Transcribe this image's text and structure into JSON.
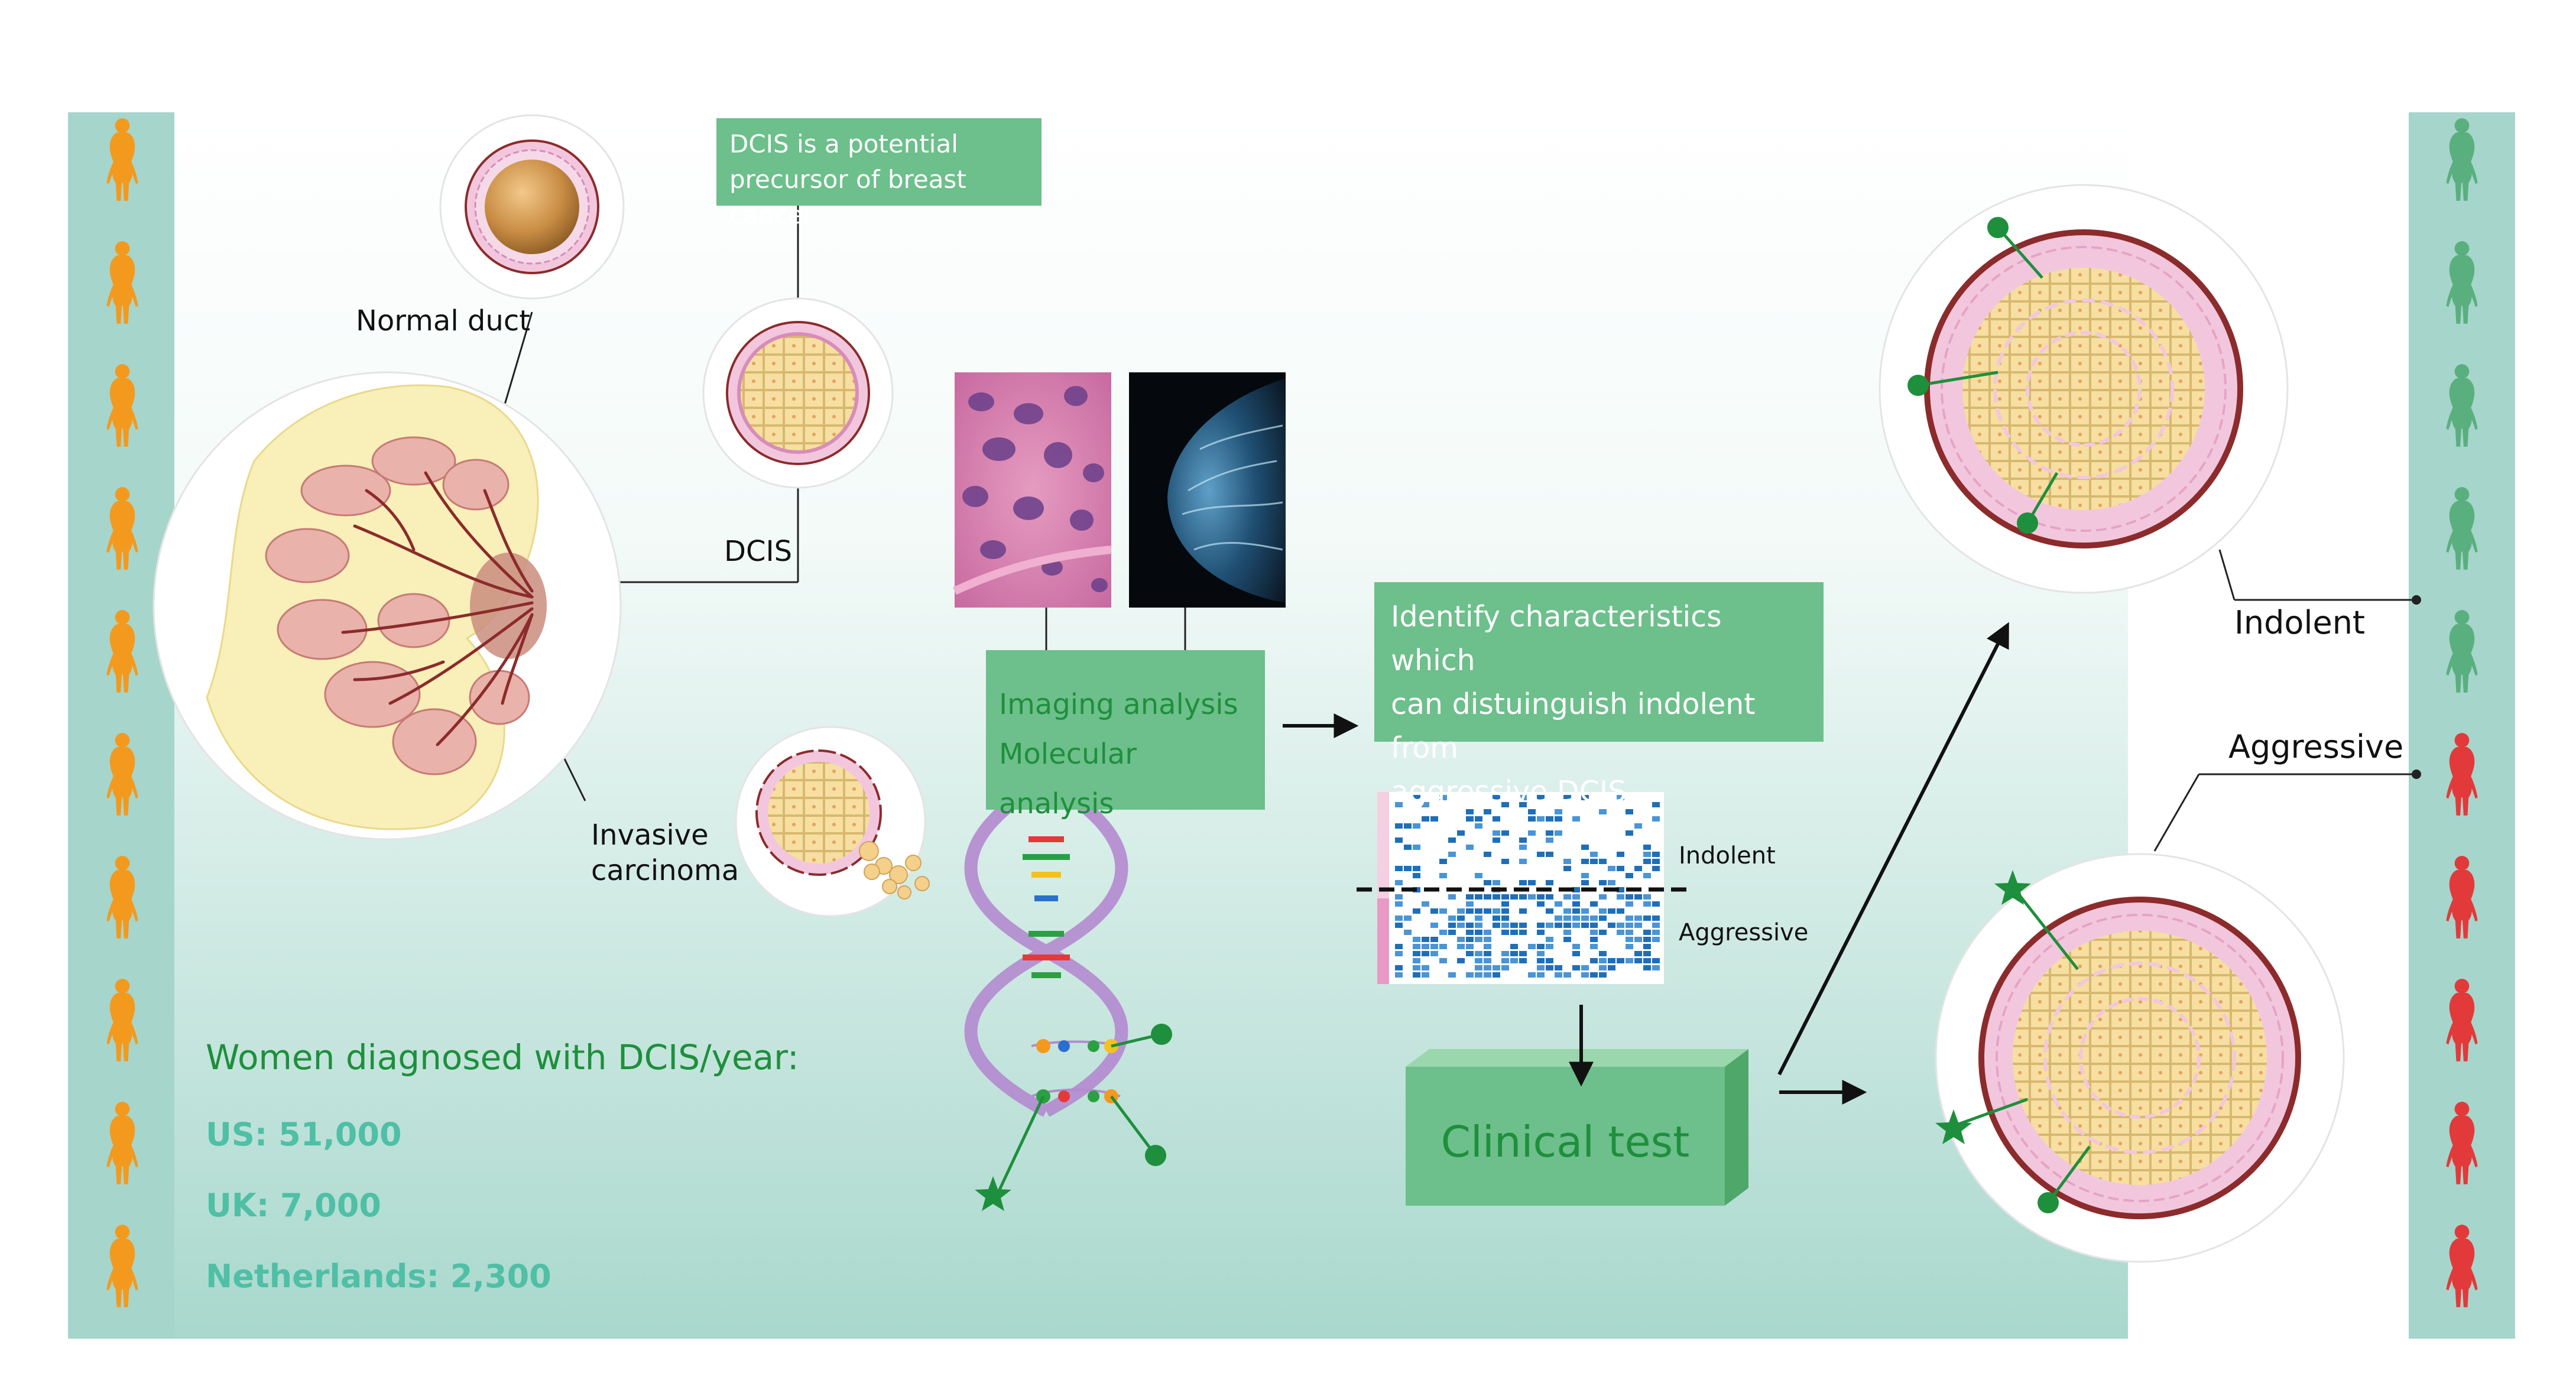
{
  "colors": {
    "panel_top": "#ffffff",
    "panel_bottom": "#a9d8cd",
    "side_strip": "#a6d5cc",
    "woman_orange": "#f39a1e",
    "woman_green": "#5aaf7e",
    "woman_red": "#e23a3a",
    "box_green": "#6dbf8b",
    "heading_green": "#1e8f3c",
    "stat_teal": "#4fbfa6"
  },
  "labels": {
    "normal_duct": "Normal duct",
    "dcis": "DCIS",
    "invasive_line1": "Invasive",
    "invasive_line2": "carcinoma",
    "precursor_line1": "DCIS is a potential",
    "precursor_line2": "precursor of breast cancer",
    "imaging": "Imaging analysis",
    "molecular": "Molecular analysis",
    "identify_line1": "Identify characteristics which",
    "identify_line2": "can distuinguish indolent from",
    "identify_line3": "aggressive DCIS",
    "heatmap_indolent": "Indolent",
    "heatmap_aggressive": "Aggressive",
    "clinical_test": "Clinical test",
    "outcome_indolent": "Indolent",
    "outcome_aggressive": "Aggressive"
  },
  "stats": {
    "heading": "Women diagnosed with DCIS/year:",
    "us": "US: 51,000",
    "uk": "UK: 7,000",
    "nl": "Netherlands: 2,300"
  },
  "icons": {
    "left_strip": [
      "woman-orange",
      "woman-orange",
      "woman-orange",
      "woman-orange",
      "woman-orange",
      "woman-orange",
      "woman-orange",
      "woman-orange",
      "woman-orange",
      "woman-orange"
    ],
    "right_strip": [
      "woman-green",
      "woman-green",
      "woman-green",
      "woman-green",
      "woman-green",
      "woman-red",
      "woman-red",
      "woman-red",
      "woman-red",
      "woman-red"
    ]
  }
}
